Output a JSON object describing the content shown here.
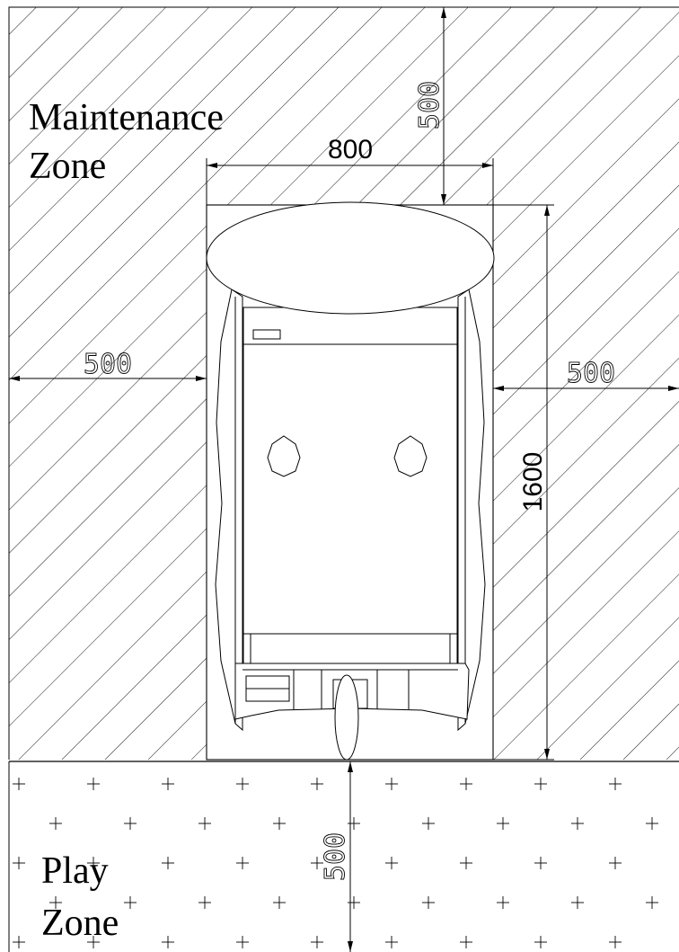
{
  "zones": {
    "maintenance": {
      "line1": "Maintenance",
      "line2": "Zone"
    },
    "play": {
      "line1": "Play",
      "line2": "Zone"
    }
  },
  "dimensions": {
    "top_clearance": "500",
    "width": "800",
    "left_clearance": "500",
    "right_clearance": "500",
    "depth": "1600",
    "front_clearance": "500"
  },
  "colors": {
    "ink": "#000000",
    "background": "#ffffff"
  }
}
